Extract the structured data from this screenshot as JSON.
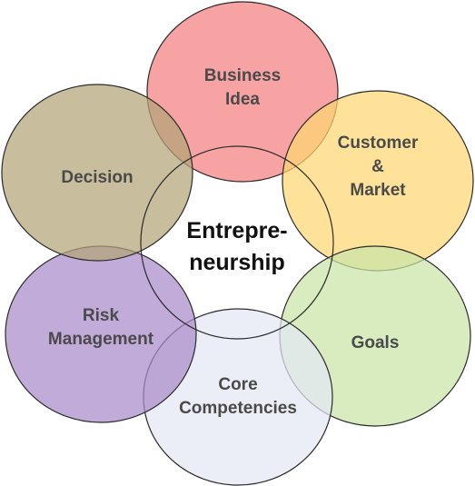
{
  "diagram": {
    "center": {
      "line1": "Entrepre-",
      "line2": "neurship"
    },
    "petals": [
      {
        "id": "business-idea",
        "lines": [
          "Business",
          "Idea"
        ],
        "color": "#f47f7f"
      },
      {
        "id": "customer-market",
        "lines": [
          "Customer",
          "&",
          "Market"
        ],
        "color": "#fdd772"
      },
      {
        "id": "goals",
        "lines": [
          "Goals"
        ],
        "color": "#c9e5a8"
      },
      {
        "id": "core-competencies",
        "lines": [
          "Core",
          "Competencies"
        ],
        "color": "#e3e7f2"
      },
      {
        "id": "risk-management",
        "lines": [
          "Risk",
          "Management"
        ],
        "color": "#a98bc9"
      },
      {
        "id": "decision",
        "lines": [
          "Decision"
        ],
        "color": "#b3a476"
      }
    ]
  }
}
